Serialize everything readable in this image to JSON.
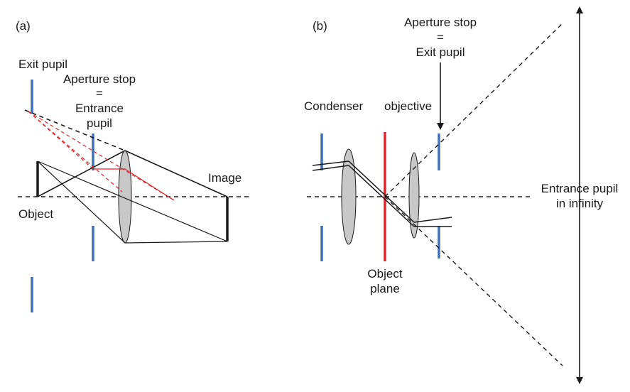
{
  "panel_a": {
    "tag": "(a)",
    "exit_pupil": "Exit pupil",
    "aperture_stop": [
      "Aperture stop",
      "=",
      "Entrance",
      "pupil"
    ],
    "object": "Object",
    "image": "Image"
  },
  "panel_b": {
    "tag": "(b)",
    "aperture_stop": [
      "Aperture stop",
      "=",
      "Exit pupil"
    ],
    "condenser": "Condenser",
    "objective": "objective",
    "object_plane": [
      "Object",
      "plane"
    ],
    "entrance_pupil": [
      "Entrance pupil",
      "in infinity"
    ]
  },
  "colors": {
    "stop": "#3f6fb6",
    "ray_red": "#d9262a",
    "lens_fill": "#c8c8c8",
    "line": "#1a1a1a"
  }
}
